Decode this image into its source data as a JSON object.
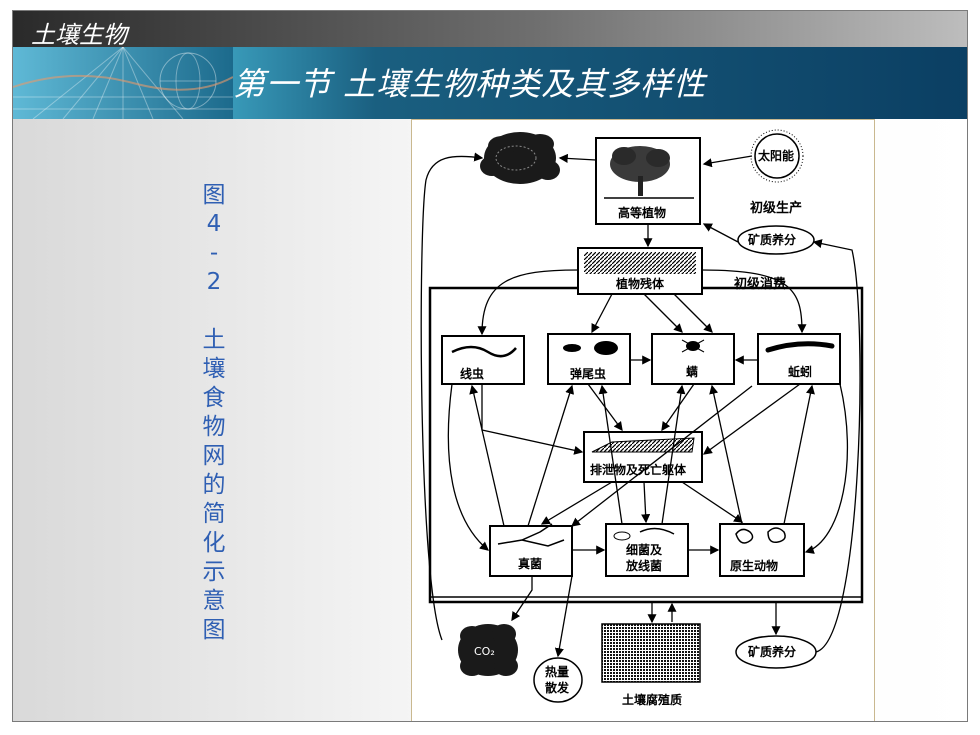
{
  "header": {
    "title": "土壤生物"
  },
  "banner": {
    "title": "第一节 土壤生物种类及其多样性"
  },
  "caption": {
    "chars": [
      "图",
      "4",
      "-",
      "2",
      "",
      "土",
      "壤",
      "食",
      "物",
      "网",
      "的",
      "简",
      "化",
      "示",
      "意",
      "图"
    ]
  },
  "diagram": {
    "sun": "太阳能",
    "higher_plants": "高等植物",
    "primary_production": "初级生产",
    "minerals_top": "矿质养分",
    "plant_residue": "植物残体",
    "primary_consumption": "初级消费",
    "nematode": "线虫",
    "springtail": "弹尾虫",
    "mite": "螨",
    "earthworm": "蚯蚓",
    "excreta": "排泄物及死亡躯体",
    "fungi": "真菌",
    "bacteria_line1": "细菌及",
    "bacteria_line2": "放线菌",
    "protozoa": "原生动物",
    "co2": "CO₂",
    "heat_line1": "热量",
    "heat_line2": "散发",
    "humus": "土壤腐殖质",
    "minerals_bottom": "矿质养分"
  }
}
